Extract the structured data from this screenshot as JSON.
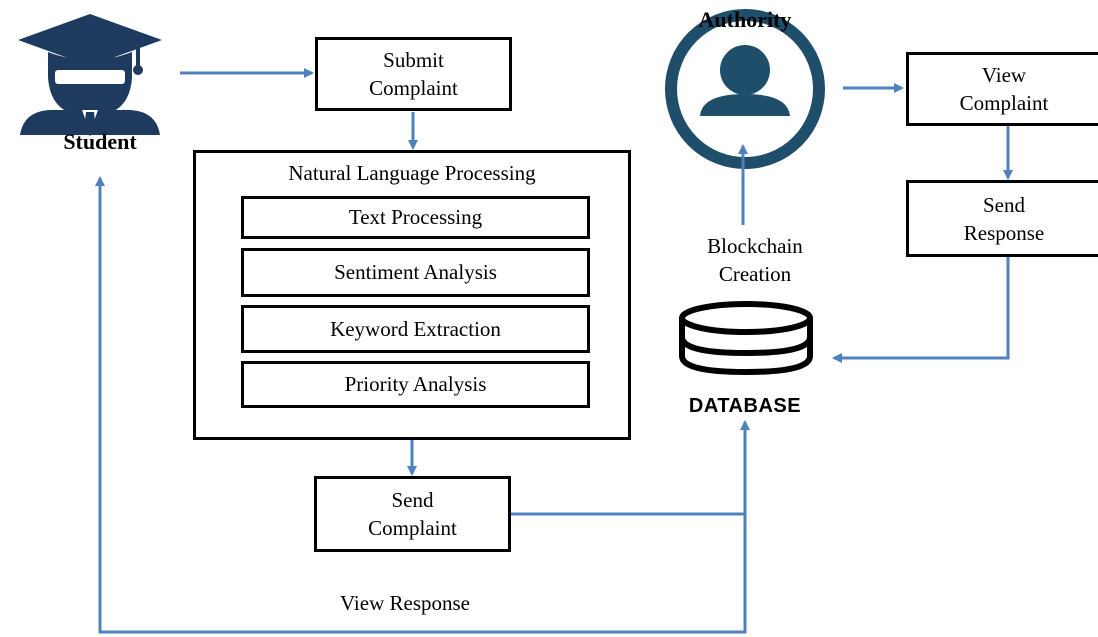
{
  "student": {
    "label": "Student"
  },
  "authority": {
    "label": "Authority"
  },
  "submit_complaint": {
    "line1": "Submit",
    "line2": "Complaint"
  },
  "nlp": {
    "title": "Natural Language Processing",
    "steps": [
      "Text Processing",
      "Sentiment Analysis",
      "Keyword Extraction",
      "Priority Analysis"
    ]
  },
  "send_complaint": {
    "line1": "Send",
    "line2": "Complaint"
  },
  "view_complaint": {
    "line1": "View",
    "line2": "Complaint"
  },
  "send_response": {
    "line1": "Send",
    "line2": "Response"
  },
  "blockchain": {
    "line1": "Blockchain",
    "line2": "Creation"
  },
  "database": {
    "label": "DATABASE"
  },
  "view_response": {
    "label": "View Response"
  },
  "colors": {
    "arrow": "#4f81bd",
    "student_icon": "#1f3a5f",
    "authority_icon": "#1f4e6b"
  }
}
